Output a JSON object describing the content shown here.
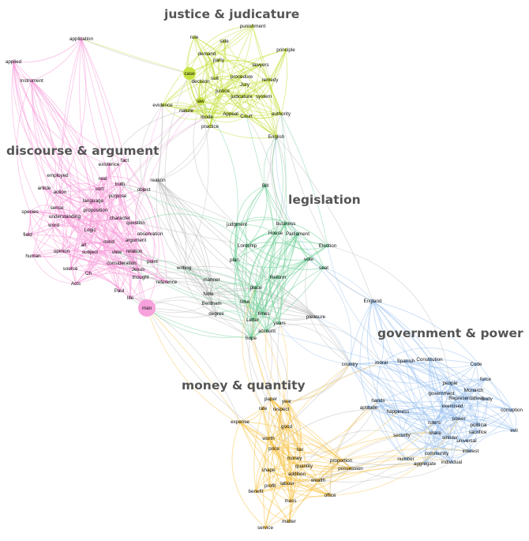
{
  "clusters": {
    "justice": {
      "title": "justice & judicature",
      "color": "#c3e03a"
    },
    "discourse": {
      "title": "discourse & argument",
      "color": "#f79ddb"
    },
    "legislation": {
      "title": "legislation",
      "color": "#6fcf97"
    },
    "government": {
      "title": "government & power",
      "color": "#9cc3f0"
    },
    "money": {
      "title": "money & quantity",
      "color": "#f7c244"
    },
    "other": {
      "title": "",
      "color": "#bdbdbd"
    }
  },
  "nodes": [
    {
      "id": "application",
      "label": "application",
      "c": "discourse",
      "w": 1
    },
    {
      "id": "applied",
      "label": "applied",
      "c": "discourse",
      "w": 1
    },
    {
      "id": "instrument",
      "label": "Instrument",
      "c": "discourse",
      "w": 1
    },
    {
      "id": "rule",
      "label": "rule",
      "c": "justice",
      "w": 1
    },
    {
      "id": "side",
      "label": "side",
      "c": "justice",
      "w": 1
    },
    {
      "id": "punishment",
      "label": "punishment",
      "c": "justice",
      "w": 1
    },
    {
      "id": "principle",
      "label": "principle",
      "c": "justice",
      "w": 1
    },
    {
      "id": "demand",
      "label": "demand",
      "c": "justice",
      "w": 1
    },
    {
      "id": "party",
      "label": "party",
      "c": "justice",
      "w": 1
    },
    {
      "id": "lawyers",
      "label": "lawyers",
      "c": "justice",
      "w": 1
    },
    {
      "id": "case",
      "label": "case",
      "c": "justice",
      "w": 3
    },
    {
      "id": "suit",
      "label": "suit",
      "c": "justice",
      "w": 1
    },
    {
      "id": "procedure",
      "label": "procedure",
      "c": "justice",
      "w": 1
    },
    {
      "id": "remedy",
      "label": "remedy",
      "c": "justice",
      "w": 1
    },
    {
      "id": "decision",
      "label": "decision",
      "c": "justice",
      "w": 1
    },
    {
      "id": "jury",
      "label": "Jury",
      "c": "justice",
      "w": 1
    },
    {
      "id": "justice",
      "label": "justice",
      "c": "justice",
      "w": 1
    },
    {
      "id": "judicature",
      "label": "judicature",
      "c": "justice",
      "w": 1
    },
    {
      "id": "system",
      "label": "system",
      "c": "justice",
      "w": 1
    },
    {
      "id": "law",
      "label": "law",
      "c": "justice",
      "w": 2
    },
    {
      "id": "evidence",
      "label": "evidence",
      "c": "justice",
      "w": 1
    },
    {
      "id": "nature",
      "label": "nature",
      "c": "justice",
      "w": 1
    },
    {
      "id": "appeal",
      "label": "Appeal",
      "c": "justice",
      "w": 1
    },
    {
      "id": "court",
      "label": "Court",
      "c": "justice",
      "w": 1
    },
    {
      "id": "authority",
      "label": "authority",
      "c": "justice",
      "w": 1
    },
    {
      "id": "mode",
      "label": "mode",
      "c": "justice",
      "w": 1
    },
    {
      "id": "practice",
      "label": "practice",
      "c": "justice",
      "w": 1
    },
    {
      "id": "english",
      "label": "English",
      "c": "justice",
      "w": 1
    },
    {
      "id": "fact",
      "label": "fact",
      "c": "discourse",
      "w": 1
    },
    {
      "id": "existence",
      "label": "existence",
      "c": "discourse",
      "w": 1
    },
    {
      "id": "employed",
      "label": "employed",
      "c": "discourse",
      "w": 1
    },
    {
      "id": "real",
      "label": "real",
      "c": "discourse",
      "w": 1
    },
    {
      "id": "truth",
      "label": "truth",
      "c": "discourse",
      "w": 1
    },
    {
      "id": "reason",
      "label": "reason",
      "c": "other",
      "w": 1
    },
    {
      "id": "article",
      "label": "article",
      "c": "discourse",
      "w": 1
    },
    {
      "id": "action",
      "label": "action",
      "c": "discourse",
      "w": 1
    },
    {
      "id": "sort",
      "label": "sort",
      "c": "discourse",
      "w": 1
    },
    {
      "id": "object",
      "label": "object",
      "c": "discourse",
      "w": 1
    },
    {
      "id": "purpose",
      "label": "purpose",
      "c": "discourse",
      "w": 1
    },
    {
      "id": "language",
      "label": "language",
      "c": "discourse",
      "w": 1
    },
    {
      "id": "sense",
      "label": "sense",
      "c": "discourse",
      "w": 1
    },
    {
      "id": "proposition",
      "label": "proposition",
      "c": "discourse",
      "w": 1
    },
    {
      "id": "species",
      "label": "species",
      "c": "discourse",
      "w": 1
    },
    {
      "id": "understanding",
      "label": "understanding",
      "c": "discourse",
      "w": 1
    },
    {
      "id": "character",
      "label": "character",
      "c": "discourse",
      "w": 1
    },
    {
      "id": "word",
      "label": "word",
      "c": "discourse",
      "w": 1
    },
    {
      "id": "question",
      "label": "question",
      "c": "discourse",
      "w": 1
    },
    {
      "id": "logic",
      "label": "Logic",
      "c": "discourse",
      "w": 1
    },
    {
      "id": "field",
      "label": "field",
      "c": "discourse",
      "w": 1
    },
    {
      "id": "observation",
      "label": "observation",
      "c": "discourse",
      "w": 1
    },
    {
      "id": "mind",
      "label": "mind",
      "c": "discourse",
      "w": 1
    },
    {
      "id": "argument",
      "label": "argument",
      "c": "discourse",
      "w": 1
    },
    {
      "id": "art",
      "label": "art",
      "c": "discourse",
      "w": 1
    },
    {
      "id": "opinion",
      "label": "opinion",
      "c": "discourse",
      "w": 1
    },
    {
      "id": "subject",
      "label": "subject",
      "c": "discourse",
      "w": 1
    },
    {
      "id": "view",
      "label": "view",
      "c": "discourse",
      "w": 1
    },
    {
      "id": "relation",
      "label": "relation",
      "c": "discourse",
      "w": 1
    },
    {
      "id": "human",
      "label": "human",
      "c": "discourse",
      "w": 1
    },
    {
      "id": "point",
      "label": "point",
      "c": "discourse",
      "w": 1
    },
    {
      "id": "consideration",
      "label": "consideration",
      "c": "discourse",
      "w": 1
    },
    {
      "id": "writing",
      "label": "writing",
      "c": "other",
      "w": 1
    },
    {
      "id": "source",
      "label": "source",
      "c": "discourse",
      "w": 1
    },
    {
      "id": "jesus",
      "label": "Jesus",
      "c": "discourse",
      "w": 1
    },
    {
      "id": "ch",
      "label": "Ch",
      "c": "discourse",
      "w": 1
    },
    {
      "id": "thought",
      "label": "thought",
      "c": "discourse",
      "w": 1
    },
    {
      "id": "reference",
      "label": "reference",
      "c": "discourse",
      "w": 1
    },
    {
      "id": "acts",
      "label": "Acts",
      "c": "discourse",
      "w": 1
    },
    {
      "id": "paul",
      "label": "Paul",
      "c": "discourse",
      "w": 1
    },
    {
      "id": "life",
      "label": "life",
      "c": "discourse",
      "w": 1
    },
    {
      "id": "man",
      "label": "man",
      "c": "discourse",
      "w": 4
    },
    {
      "id": "bill",
      "label": "Bill",
      "c": "legislation",
      "w": 1
    },
    {
      "id": "judgment",
      "label": "judgment",
      "c": "legislation",
      "w": 1
    },
    {
      "id": "business",
      "label": "business",
      "c": "legislation",
      "w": 1
    },
    {
      "id": "house",
      "label": "House",
      "c": "legislation",
      "w": 1
    },
    {
      "id": "parliament",
      "label": "Parliament",
      "c": "legislation",
      "w": 1
    },
    {
      "id": "lordship",
      "label": "Lordship",
      "c": "legislation",
      "w": 1
    },
    {
      "id": "election",
      "label": "Election",
      "c": "legislation",
      "w": 1
    },
    {
      "id": "plan",
      "label": "plan",
      "c": "legislation",
      "w": 1
    },
    {
      "id": "vote",
      "label": "vote",
      "c": "legislation",
      "w": 1
    },
    {
      "id": "seat",
      "label": "seat",
      "c": "legislation",
      "w": 1
    },
    {
      "id": "manner",
      "label": "manner",
      "c": "other",
      "w": 1
    },
    {
      "id": "reform",
      "label": "Reform",
      "c": "legislation",
      "w": 1
    },
    {
      "id": "place",
      "label": "place",
      "c": "legislation",
      "w": 1
    },
    {
      "id": "note",
      "label": "Note",
      "c": "other",
      "w": 1
    },
    {
      "id": "time",
      "label": "time",
      "c": "legislation",
      "w": 1
    },
    {
      "id": "bentham",
      "label": "Bentham",
      "c": "other",
      "w": 1
    },
    {
      "id": "england",
      "label": "England",
      "c": "government",
      "w": 1
    },
    {
      "id": "times",
      "label": "times",
      "c": "legislation",
      "w": 1
    },
    {
      "id": "degree",
      "label": "degree",
      "c": "other",
      "w": 1
    },
    {
      "id": "pleasure",
      "label": "pleasure",
      "c": "other",
      "w": 1
    },
    {
      "id": "letter",
      "label": "Letter",
      "c": "legislation",
      "w": 1
    },
    {
      "id": "years",
      "label": "years",
      "c": "legislation",
      "w": 1
    },
    {
      "id": "account",
      "label": "account",
      "c": "legislation",
      "w": 1
    },
    {
      "id": "hope",
      "label": "hope",
      "c": "legislation",
      "w": 1
    },
    {
      "id": "country",
      "label": "country",
      "c": "government",
      "w": 1
    },
    {
      "id": "moral",
      "label": "moral",
      "c": "government",
      "w": 1
    },
    {
      "id": "spanish",
      "label": "Spanish",
      "c": "government",
      "w": 1
    },
    {
      "id": "constitution",
      "label": "Constitution",
      "c": "government",
      "w": 1
    },
    {
      "id": "code",
      "label": "Code",
      "c": "government",
      "w": 1
    },
    {
      "id": "people",
      "label": "people",
      "c": "government",
      "w": 1
    },
    {
      "id": "force",
      "label": "force",
      "c": "government",
      "w": 1
    },
    {
      "id": "government",
      "label": "government",
      "c": "government",
      "w": 1
    },
    {
      "id": "monarch",
      "label": "Monarch",
      "c": "government",
      "w": 1
    },
    {
      "id": "representatives",
      "label": "Representatives",
      "c": "government",
      "w": 1
    },
    {
      "id": "body",
      "label": "body",
      "c": "government",
      "w": 1
    },
    {
      "id": "hands",
      "label": "hands",
      "c": "government",
      "w": 1
    },
    {
      "id": "exercised",
      "label": "exercised",
      "c": "government",
      "w": 1
    },
    {
      "id": "aptitude",
      "label": "aptitude",
      "c": "government",
      "w": 1
    },
    {
      "id": "happiness",
      "label": "happiness",
      "c": "government",
      "w": 1
    },
    {
      "id": "corruption",
      "label": "corruption",
      "c": "government",
      "w": 1
    },
    {
      "id": "power",
      "label": "power",
      "c": "government",
      "w": 1
    },
    {
      "id": "rulers",
      "label": "rulers",
      "c": "government",
      "w": 1
    },
    {
      "id": "political",
      "label": "political",
      "c": "government",
      "w": 1
    },
    {
      "id": "evil",
      "label": "evil",
      "c": "government",
      "w": 1
    },
    {
      "id": "share",
      "label": "share",
      "c": "government",
      "w": 1
    },
    {
      "id": "sacrifice",
      "label": "sacrifice",
      "c": "government",
      "w": 1
    },
    {
      "id": "security",
      "label": "security",
      "c": "government",
      "w": 1
    },
    {
      "id": "sinister",
      "label": "sinister",
      "c": "government",
      "w": 1
    },
    {
      "id": "universal",
      "label": "universal",
      "c": "government",
      "w": 1
    },
    {
      "id": "interest",
      "label": "interest",
      "c": "government",
      "w": 1
    },
    {
      "id": "community",
      "label": "community",
      "c": "government",
      "w": 1
    },
    {
      "id": "number",
      "label": "number",
      "c": "government",
      "w": 1
    },
    {
      "id": "aggregate",
      "label": "aggregate",
      "c": "government",
      "w": 1
    },
    {
      "id": "individual",
      "label": "individual",
      "c": "government",
      "w": 1
    },
    {
      "id": "paper",
      "label": "paper",
      "c": "money",
      "w": 1
    },
    {
      "id": "year",
      "label": "year",
      "c": "money",
      "w": 1
    },
    {
      "id": "rate",
      "label": "rate",
      "c": "money",
      "w": 1
    },
    {
      "id": "respect",
      "label": "respect",
      "c": "money",
      "w": 1
    },
    {
      "id": "expense",
      "label": "expense",
      "c": "money",
      "w": 1
    },
    {
      "id": "good",
      "label": "good",
      "c": "money",
      "w": 1
    },
    {
      "id": "worth",
      "label": "worth",
      "c": "money",
      "w": 1
    },
    {
      "id": "price",
      "label": "price",
      "c": "money",
      "w": 1
    },
    {
      "id": "tax",
      "label": "tax",
      "c": "money",
      "w": 1
    },
    {
      "id": "money",
      "label": "money",
      "c": "money",
      "w": 1
    },
    {
      "id": "quantity",
      "label": "quantity",
      "c": "money",
      "w": 1
    },
    {
      "id": "proportion",
      "label": "proportion",
      "c": "money",
      "w": 1
    },
    {
      "id": "shape",
      "label": "shape",
      "c": "money",
      "w": 1
    },
    {
      "id": "addition",
      "label": "addition",
      "c": "money",
      "w": 1
    },
    {
      "id": "possession",
      "label": "possession",
      "c": "money",
      "w": 1
    },
    {
      "id": "wealth",
      "label": "wealth",
      "c": "money",
      "w": 1
    },
    {
      "id": "labour",
      "label": "labour",
      "c": "money",
      "w": 1
    },
    {
      "id": "profit",
      "label": "profit",
      "c": "money",
      "w": 1
    },
    {
      "id": "benefit",
      "label": "benefit",
      "c": "money",
      "w": 1
    },
    {
      "id": "office",
      "label": "office",
      "c": "money",
      "w": 1
    },
    {
      "id": "mass",
      "label": "mass",
      "c": "money",
      "w": 1
    },
    {
      "id": "matter",
      "label": "matter",
      "c": "money",
      "w": 1
    },
    {
      "id": "service",
      "label": "service",
      "c": "money",
      "w": 1
    }
  ]
}
